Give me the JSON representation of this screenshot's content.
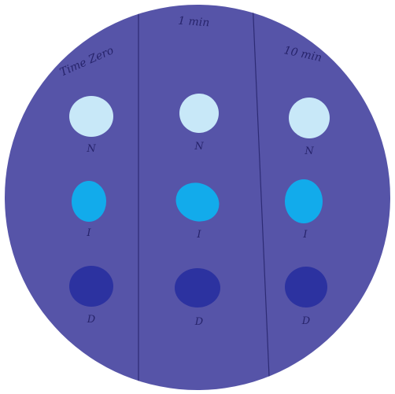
{
  "plate": {
    "color": "#5654a8",
    "line_color": "#2d2b74",
    "label_color": "#27246b"
  },
  "columns": [
    {
      "label": "Time Zero",
      "spots": [
        {
          "letter": "N",
          "color": "#c8e8f8"
        },
        {
          "letter": "I",
          "color": "#12abeb"
        },
        {
          "letter": "D",
          "color": "#2c32a0"
        }
      ]
    },
    {
      "label": "1 min",
      "spots": [
        {
          "letter": "N",
          "color": "#c8e8f8"
        },
        {
          "letter": "I",
          "color": "#12abeb"
        },
        {
          "letter": "D",
          "color": "#2c32a0"
        }
      ]
    },
    {
      "label": "10 min",
      "spots": [
        {
          "letter": "N",
          "color": "#c8e8f8"
        },
        {
          "letter": "I",
          "color": "#12abeb"
        },
        {
          "letter": "D",
          "color": "#2c32a0"
        }
      ]
    }
  ]
}
